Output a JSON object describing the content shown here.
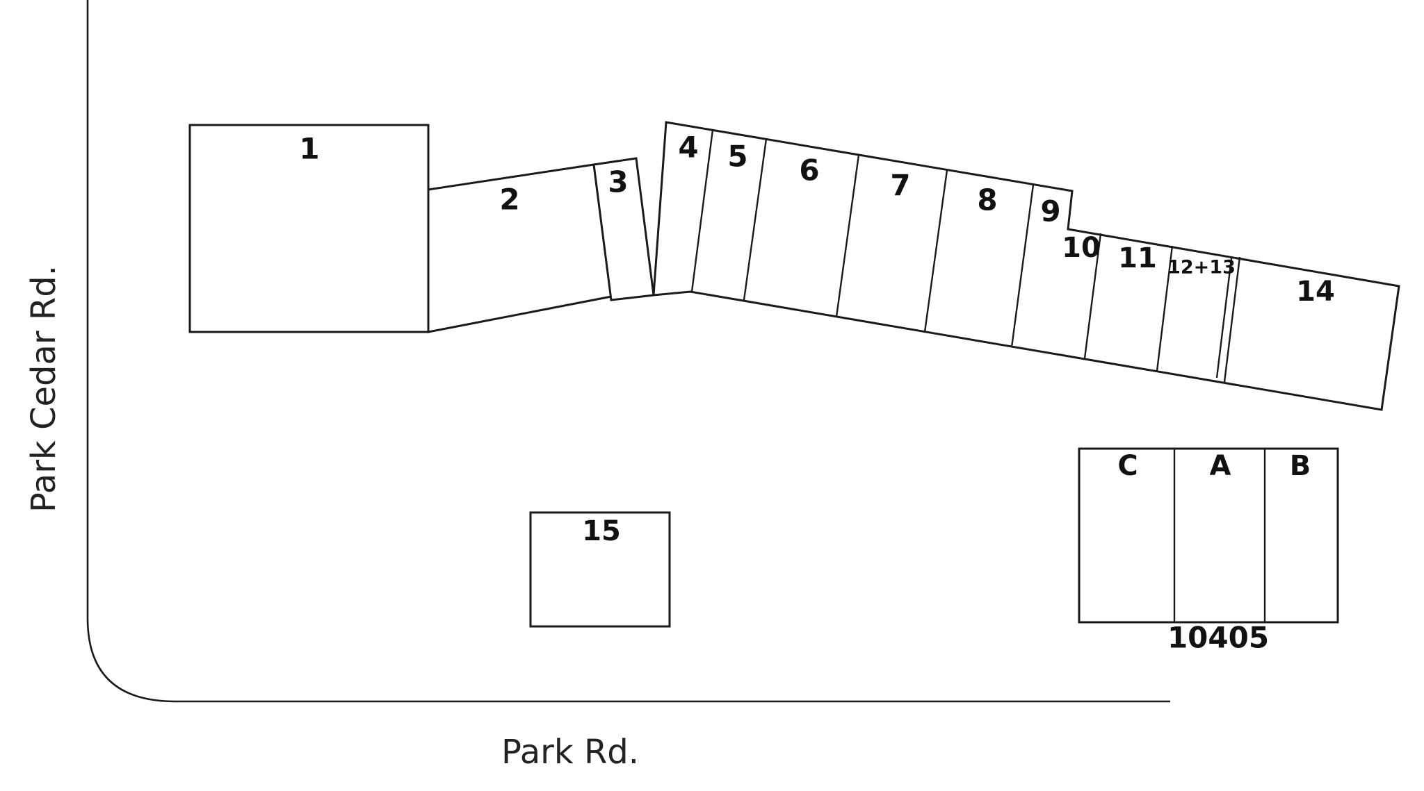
{
  "roads": {
    "west": "Park Cedar Rd.",
    "south": "Park Rd."
  },
  "units": {
    "u1": "1",
    "u2": "2",
    "u3": "3",
    "u4": "4",
    "u5": "5",
    "u6": "6",
    "u7": "7",
    "u8": "8",
    "u9": "9",
    "u10": "10",
    "u11": "11",
    "u12_13": "12+13",
    "u14": "14",
    "u15": "15"
  },
  "outbuilding": {
    "address": "10405",
    "units": {
      "c": "C",
      "a": "A",
      "b": "B"
    }
  }
}
